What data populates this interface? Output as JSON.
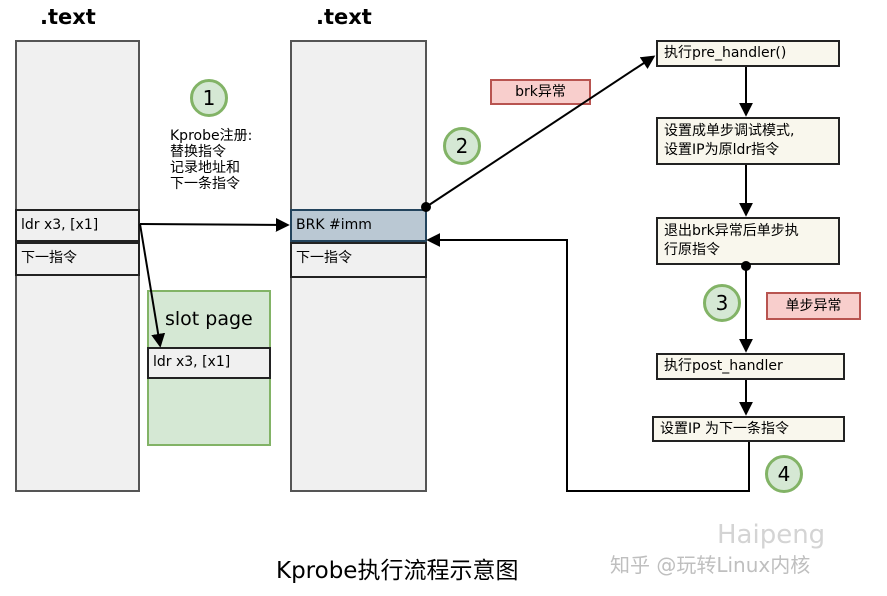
{
  "left_column": {
    "header": ".text",
    "ldr_label": "ldr x3, [x1]",
    "next_label": "下一指令"
  },
  "middle_column": {
    "header": ".text",
    "brk_label": "BRK #imm",
    "next_label": "下一指令"
  },
  "slot_page": {
    "title": "slot page",
    "ldr_label": "ldr x3, [x1]"
  },
  "register_note": {
    "line1": "Kprobe注册:",
    "line2": "替换指令",
    "line3": "记录地址和",
    "line4": "下一条指令"
  },
  "steps": [
    "1",
    "2",
    "3",
    "4"
  ],
  "exceptions": {
    "brk": "brk异常",
    "single_step": "单步异常"
  },
  "flow": {
    "pre_handler": "执行pre_handler()",
    "set_single_step_l1": "设置成单步调试模式,",
    "set_single_step_l2": "设置IP为原ldr指令",
    "exit_brk_l1": "退出brk异常后单步执",
    "exit_brk_l2": "行原指令",
    "post_handler": "执行post_handler",
    "set_ip_next": "设置IP 为下一条指令"
  },
  "caption": "Kprobe执行流程示意图",
  "watermark": {
    "name": "Haipeng",
    "site": "知乎 @玩转Linux内核"
  },
  "colors": {
    "column_fill": "#f0f0f0",
    "brk_fill": "#bac8d3",
    "slot_fill": "#d5e8d4",
    "slot_stroke": "#82b366",
    "red_fill": "#f8cecc",
    "red_stroke": "#b85450",
    "flow_fill": "#f9f7ed"
  }
}
